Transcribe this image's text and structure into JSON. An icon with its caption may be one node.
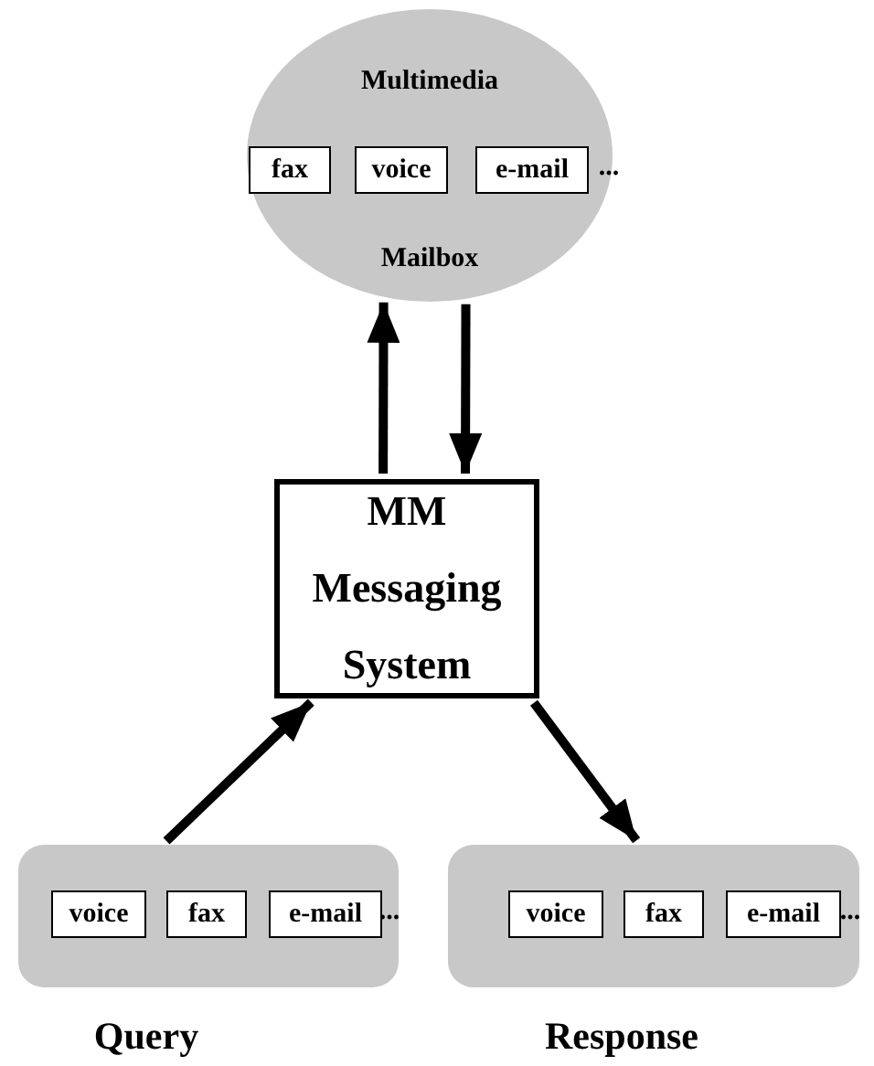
{
  "diagram": {
    "nodes": [
      {
        "text": [
          "Multimedia",
          "...",
          "Mailbox"
        ]
      },
      {
        "text": [
          "fax"
        ],
        "in": 0
      },
      {
        "text": [
          "voice"
        ],
        "in": 0
      },
      {
        "text": [
          "e-mail"
        ],
        "in": 0
      },
      {
        "text": [
          "MM Messaging System"
        ]
      },
      {
        "text": [
          "..."
        ],
        "beside": [
          "Query"
        ]
      },
      {
        "text": [
          "voice"
        ],
        "in": 5
      },
      {
        "text": [
          "fax"
        ],
        "in": 5
      },
      {
        "text": [
          "e-mail"
        ],
        "in": 5
      },
      {
        "text": [
          "..."
        ],
        "beside": [
          "Response"
        ]
      },
      {
        "text": [
          "voice"
        ],
        "in": 9
      },
      {
        "text": [
          "fax"
        ],
        "in": 9
      },
      {
        "text": [
          "e-mail"
        ],
        "in": 9
      }
    ],
    "edges": [
      {
        "from": 4,
        "to": 0,
        "arrow": "to"
      },
      {
        "from": 0,
        "to": 4,
        "arrow": "to"
      },
      {
        "from": 5,
        "to": 4,
        "arrow": "to"
      },
      {
        "from": 4,
        "to": 9,
        "arrow": "to"
      }
    ]
  }
}
